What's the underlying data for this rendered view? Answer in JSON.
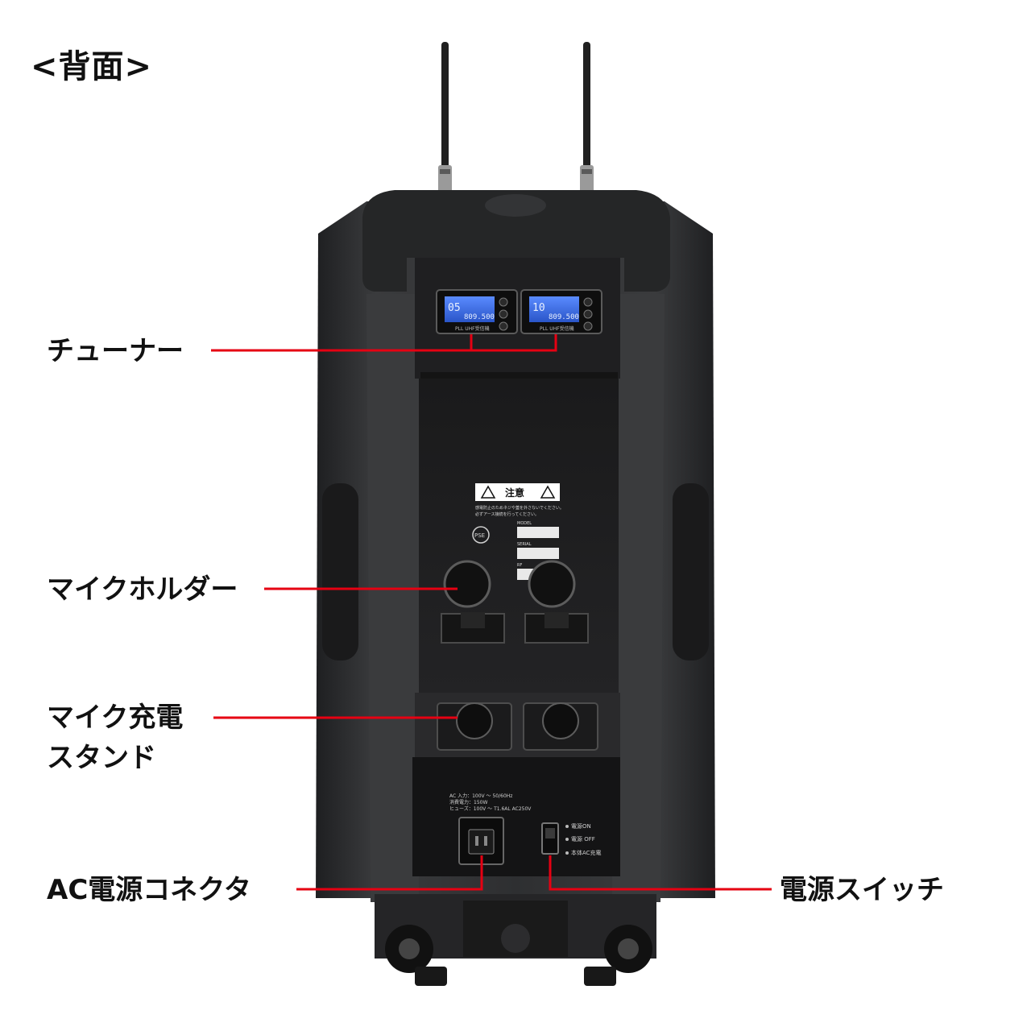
{
  "page": {
    "title": "<背面>"
  },
  "labels": {
    "tuner": "チューナー",
    "mic_holder": "マイクホルダー",
    "mic_charge_line1": "マイク充電",
    "mic_charge_line2": "スタンド",
    "ac_connector": "AC電源コネクタ",
    "power_switch": "電源スイッチ"
  },
  "panel": {
    "tuner_left_channel": "05",
    "tuner_left_freq": "809.500",
    "tuner_right_channel": "10",
    "tuner_right_freq": "809.500",
    "tuner_caption": "PLL UHF受信機",
    "caution_title": "注意",
    "caution_line1": "感電防止のためネジや蓋を外さないでください。",
    "caution_line2": "必ずアース接続を行ってください。",
    "field_model": "MODEL",
    "field_serial": "SERIAL",
    "field_rf": "RF",
    "pse_mark": "PSE",
    "spec_line1": "AC 入力：100V ～ 50/60Hz",
    "spec_line2": "消費電力：150W",
    "spec_line3": "ヒューズ：100V ～ T1.6AL AC250V",
    "switch_on": "電源ON",
    "switch_off": "電源 OFF",
    "switch_charge": "本体AC充電"
  },
  "colors": {
    "leader_line": "#e60012",
    "lcd": "#3b6fe0",
    "body": "#2c2d2f"
  }
}
